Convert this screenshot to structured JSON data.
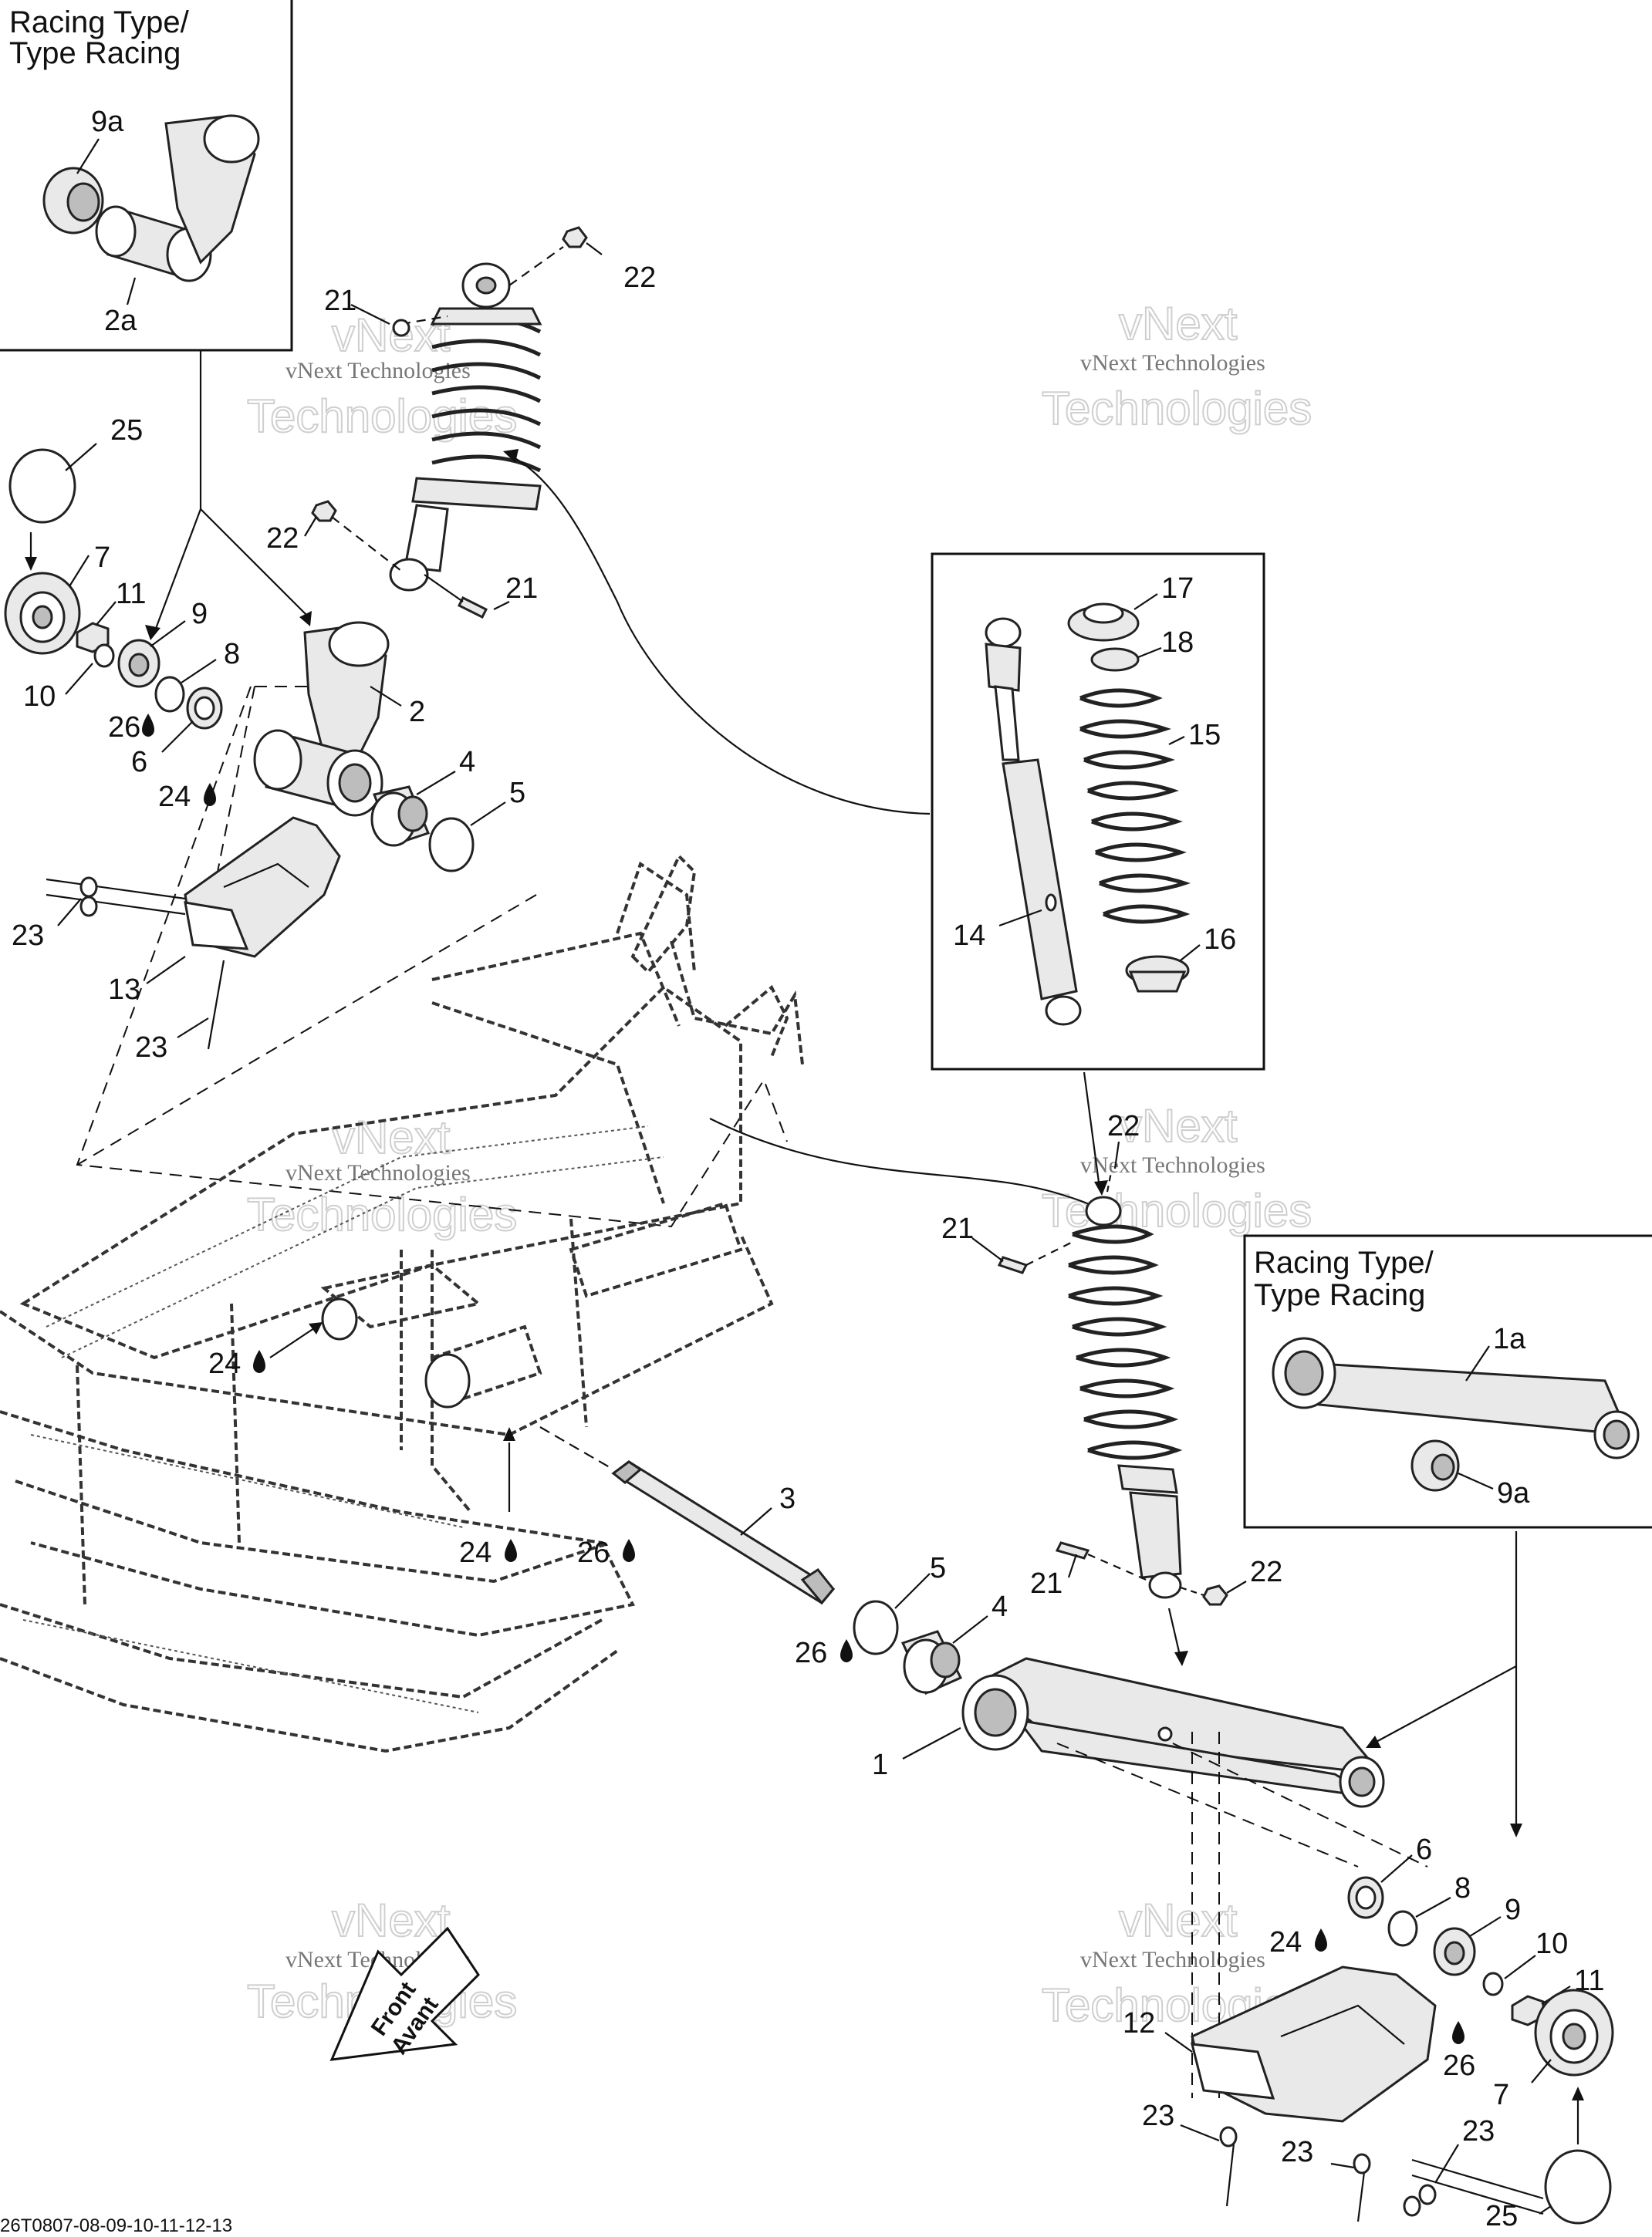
{
  "boxes": {
    "top_left_title_line1": "Racing Type/",
    "top_left_title_line2": "Type Racing",
    "right_title_line1": "Racing Type/",
    "right_title_line2": "Type Racing"
  },
  "watermark": {
    "line1": "vNext",
    "line2": "Technologies",
    "small": "vNext Technologies"
  },
  "front_label": {
    "line1": "Front",
    "line2": "Avant"
  },
  "callouts": {
    "c_9a_top": "9a",
    "c_2a": "2a",
    "c_25_top": "25",
    "c_7_top": "7",
    "c_11_top": "11",
    "c_9_top": "9",
    "c_10_top": "10",
    "c_8_top": "8",
    "c_26_top": "26",
    "c_6_top": "6",
    "c_24_top": "24",
    "c_2": "2",
    "c_4_top": "4",
    "c_5_top": "5",
    "c_23_top1": "23",
    "c_13": "13",
    "c_23_top2": "23",
    "c_21_top1": "21",
    "c_22_top1": "22",
    "c_22_top2": "22",
    "c_21_top2": "21",
    "c_17": "17",
    "c_18": "18",
    "c_15": "15",
    "c_14": "14",
    "c_16": "16",
    "c_22_mid": "22",
    "c_21_mid": "21",
    "c_1a": "1a",
    "c_9a_right": "9a",
    "c_24_frame": "24",
    "c_24_shaft": "24",
    "c_26_shaft": "26",
    "c_3": "3",
    "c_5_mid": "5",
    "c_4_mid": "4",
    "c_26_mid": "26",
    "c_21_low": "21",
    "c_22_low": "22",
    "c_1": "1",
    "c_6_low": "6",
    "c_8_low": "8",
    "c_9_low": "9",
    "c_24_low": "24",
    "c_10_low": "10",
    "c_11_low": "11",
    "c_26_low": "26",
    "c_7_low": "7",
    "c_12": "12",
    "c_23_low1": "23",
    "c_23_low2": "23",
    "c_23_low3": "23",
    "c_25_low": "25"
  },
  "footer": "26T0807-08-09-10-11-12-13"
}
